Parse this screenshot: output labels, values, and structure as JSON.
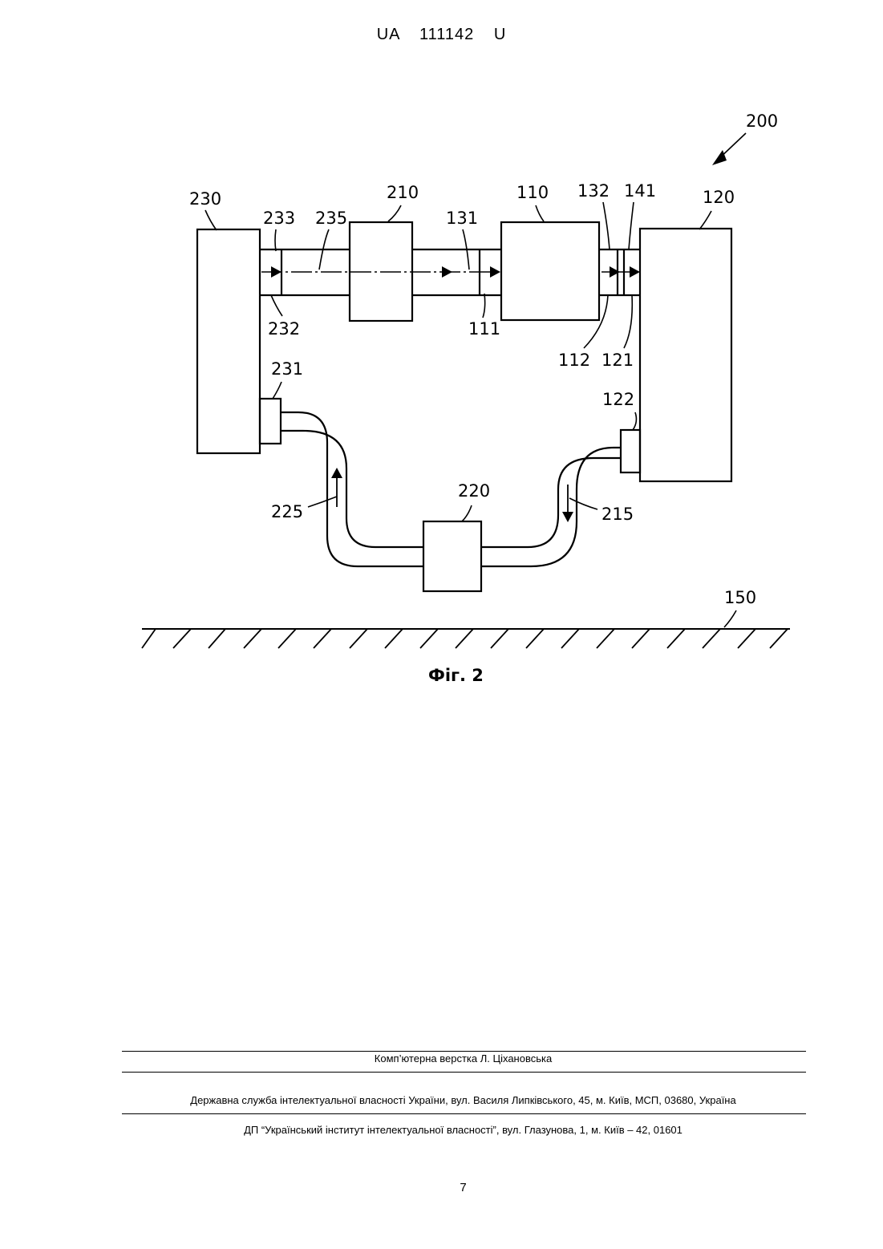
{
  "header": {
    "doc_id": "UA   111142   U"
  },
  "figure": {
    "caption": "Фіг. 2",
    "labels": {
      "l200": "200",
      "l230": "230",
      "l233": "233",
      "l235": "235",
      "l210": "210",
      "l131": "131",
      "l110": "110",
      "l132": "132",
      "l141": "141",
      "l120": "120",
      "l232": "232",
      "l111": "111",
      "l112": "112",
      "l121": "121",
      "l231": "231",
      "l122": "122",
      "l225": "225",
      "l220": "220",
      "l215": "215",
      "l150": "150"
    }
  },
  "footer": {
    "layout": "Комп’ютерна верстка Л. Ціхановська",
    "agency": "Державна служба інтелектуальної власності України, вул. Василя Липківського, 45, м. Київ, МСП, 03680, Україна",
    "institute": "ДП “Український інститут інтелектуальної власності”, вул. Глазунова, 1, м. Київ – 42, 01601",
    "page_number": "7"
  }
}
